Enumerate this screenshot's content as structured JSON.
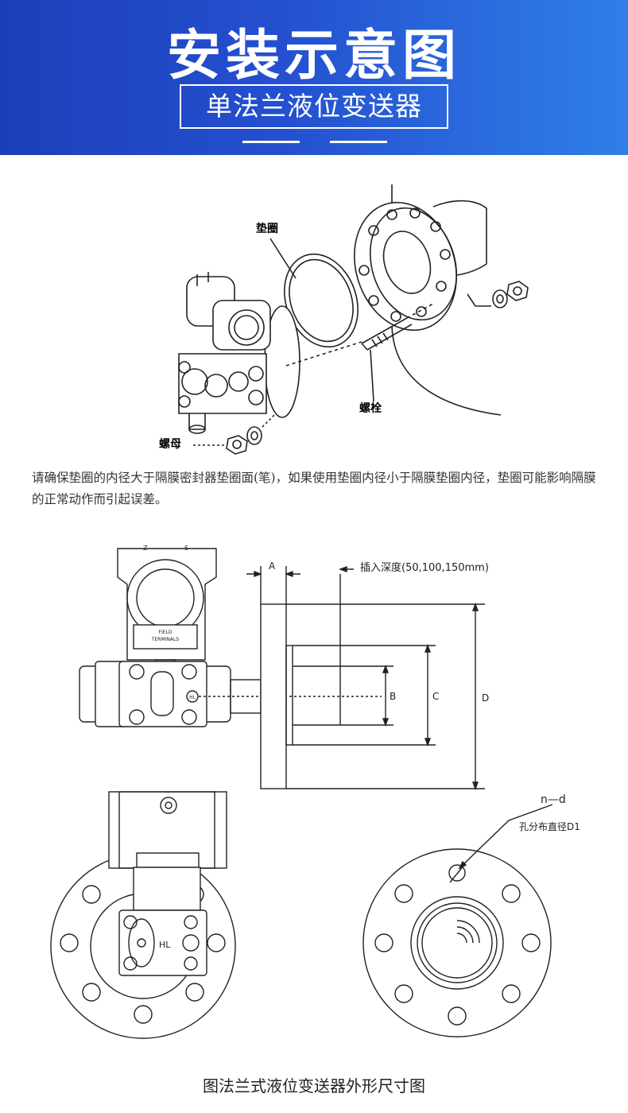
{
  "header": {
    "title": "安装示意图",
    "subtitle": "单法兰液位变送器"
  },
  "install_figure": {
    "label_gasket": "垫圈",
    "label_bolt": "螺栓",
    "label_nut": "螺母"
  },
  "install_note": "请确保垫圈的内径大于隔膜密封器垫圈面(笔)，如果使用垫圈内径小于隔膜垫圈内径，垫圈可能影响隔膜的正常动作而引起误差。",
  "dimension_figure": {
    "label_a": "A",
    "insertion_depth": "插入深度(50,100,150mm)",
    "label_b": "B",
    "label_c": "C",
    "label_d": "D",
    "field_terminals_line1": "FIELD",
    "field_terminals_line2": "TERMINALS",
    "label_z": "Z",
    "label_s": "S",
    "label_hl_small": "HL"
  },
  "front_figure": {
    "label_hl": "HL",
    "label_nd": "n—d",
    "label_d1": "孔分布直径D1"
  },
  "caption": "图法兰式液位变送器外形尺寸图",
  "colors": {
    "banner_start": "#1c3fb8",
    "banner_end": "#2f7fe6",
    "line": "#222222"
  }
}
